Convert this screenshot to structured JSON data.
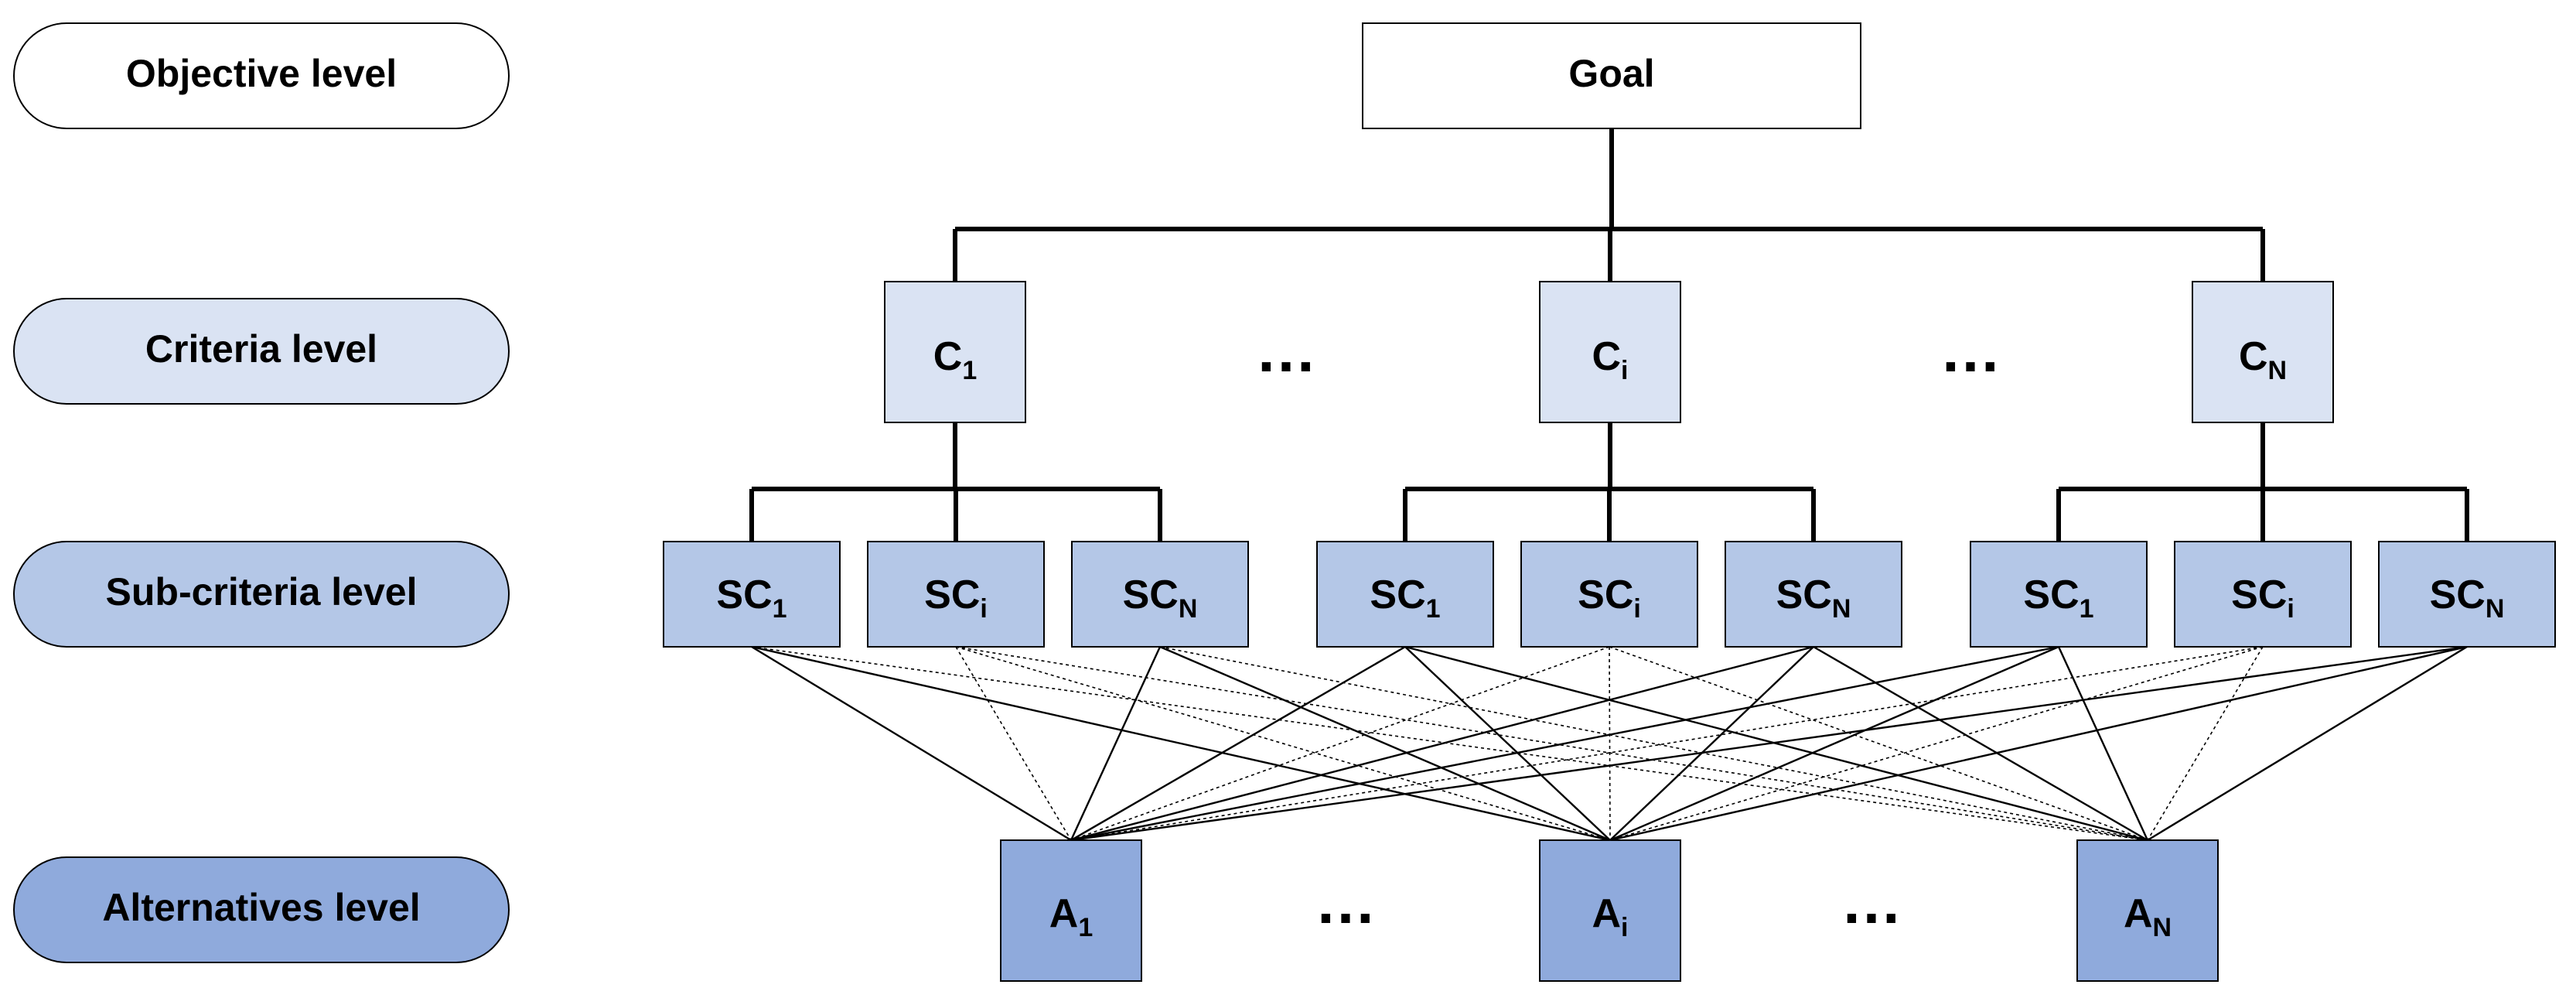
{
  "colors": {
    "objective": "#ffffff",
    "criteria": "#dae3f3",
    "subcriteria": "#b4c7e7",
    "alternatives": "#8faadc",
    "stroke": "#000000"
  },
  "levels": {
    "objective": "Objective level",
    "criteria": "Criteria level",
    "subcriteria": "Sub-criteria level",
    "alternatives": "Alternatives level"
  },
  "goal": "Goal",
  "criteria": [
    {
      "base": "C",
      "sub": "1"
    },
    {
      "base": "C",
      "sub": "i"
    },
    {
      "base": "C",
      "sub": "N"
    }
  ],
  "subcriteria": [
    {
      "base": "SC",
      "sub": "1"
    },
    {
      "base": "SC",
      "sub": "i"
    },
    {
      "base": "SC",
      "sub": "N"
    },
    {
      "base": "SC",
      "sub": "1"
    },
    {
      "base": "SC",
      "sub": "i"
    },
    {
      "base": "SC",
      "sub": "N"
    },
    {
      "base": "SC",
      "sub": "1"
    },
    {
      "base": "SC",
      "sub": "i"
    },
    {
      "base": "SC",
      "sub": "N"
    }
  ],
  "alternatives": [
    {
      "base": "A",
      "sub": "1"
    },
    {
      "base": "A",
      "sub": "i"
    },
    {
      "base": "A",
      "sub": "N"
    }
  ],
  "ellipsis": "…"
}
